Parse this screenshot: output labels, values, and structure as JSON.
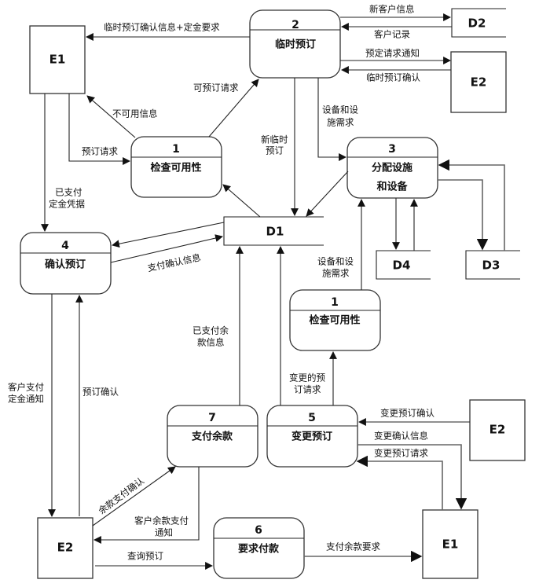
{
  "diagram": {
    "type": "data-flow-diagram",
    "entities": {
      "e1_top": "E1",
      "e2_top": "E2",
      "e2_mid": "E2",
      "e2_bottom": "E2",
      "e1_bottom": "E1"
    },
    "stores": {
      "d1": "D1",
      "d2": "D2",
      "d3": "D3",
      "d4": "D4"
    },
    "processes": {
      "p1_top": {
        "number": "1",
        "name": "检查可用性"
      },
      "p2": {
        "number": "2",
        "name": "临时预订"
      },
      "p3": {
        "number": "3",
        "name_line1": "分配设施",
        "name_line2": "和设备"
      },
      "p4": {
        "number": "4",
        "name": "确认预订"
      },
      "p1_mid": {
        "number": "1",
        "name": "检查可用性"
      },
      "p5": {
        "number": "5",
        "name": "变更预订"
      },
      "p6": {
        "number": "6",
        "name": "要求付款"
      },
      "p7": {
        "number": "7",
        "name": "支付余款"
      }
    },
    "flows": {
      "p2_to_e1": "临时预订确认信息+定金要求",
      "p2_to_d2": "新客户信息",
      "d2_to_p2": "客户记录",
      "p2_to_e2": "预定请求通知",
      "e2_to_p2": "临时预订确认",
      "p1_to_p2": "可预订请求",
      "p1_to_e1": "不可用信息",
      "e1_to_p1": "预订请求",
      "p2_to_p3_l1": "设备和设",
      "p2_to_p3_l2": "施需求",
      "p2_to_d1_l1": "新临时",
      "p2_to_d1_l2": "预订",
      "e1_to_p4_l1": "已支付",
      "e1_to_p4_l2": "定金凭据",
      "p4_to_d1": "支付确认信息",
      "p1mid_to_p3_l1": "设备和设",
      "p1mid_to_p3_l2": "施需求",
      "p7_to_d1_l1": "已支付余",
      "p7_to_d1_l2": "款信息",
      "p4_to_e2_l1": "客户支付",
      "p4_to_e2_l2": "定金通知",
      "e2_to_p4": "预订确认",
      "p5_to_p1mid_l1": "变更的预",
      "p5_to_p1mid_l2": "订请求",
      "e2_to_p5": "变更预订确认",
      "p5_to_e1": "变更确认信息",
      "e1_to_p5": "变更预订请求",
      "e2_to_p7": "余款支付确认",
      "p7_to_e2_l1": "客户余款支付",
      "p7_to_e2_l2": "通知",
      "e2_to_p6": "查询预订",
      "p6_to_e1": "支付余款要求"
    }
  }
}
